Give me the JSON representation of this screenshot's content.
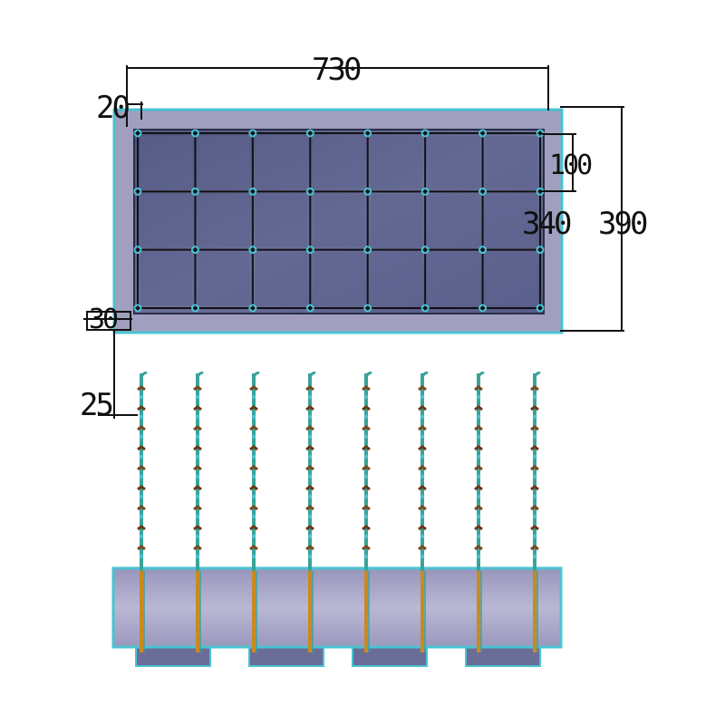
{
  "dimensions": {
    "overall_width": "730",
    "overall_height": "390",
    "grid_height": "340",
    "cell_height": "100",
    "top_offset": "20",
    "bottom_offset": "30",
    "post_offset": "25"
  },
  "grid": {
    "columns": 7,
    "rows": 3
  },
  "posts": {
    "count": 8
  },
  "colors": {
    "frame_fill": "#9a9ab8",
    "frame_stroke": "#49c3d2",
    "panel_fill": "#5f6590",
    "panel_edge": "#3c4068",
    "rebar": "#111111",
    "node": "#49c3d2",
    "post_steel": "#3aa39a",
    "post_core": "#c98a1f",
    "base_fill": "#a7a6c6"
  }
}
